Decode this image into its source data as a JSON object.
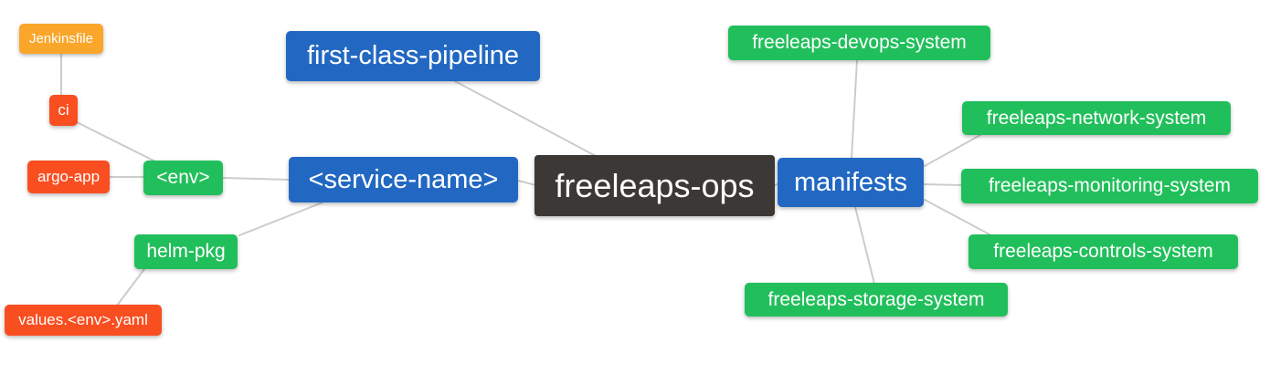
{
  "diagram": {
    "type": "mindmap",
    "nodes": {
      "freeleaps_ops": {
        "label": "freeleaps-ops",
        "role": "root"
      },
      "first_class_pipeline": {
        "label": "first-class-pipeline",
        "role": "branch"
      },
      "service_name": {
        "label": "<service-name>",
        "role": "branch"
      },
      "manifests": {
        "label": "manifests",
        "role": "branch"
      },
      "env": {
        "label": "<env>",
        "role": "leaf"
      },
      "helm_pkg": {
        "label": "helm-pkg",
        "role": "leaf"
      },
      "ci": {
        "label": "ci",
        "role": "leaf"
      },
      "argo_app": {
        "label": "argo-app",
        "role": "leaf"
      },
      "jenkinsfile": {
        "label": "Jenkinsfile",
        "role": "leaf"
      },
      "values_yaml": {
        "label": "values.<env>.yaml",
        "role": "leaf"
      },
      "devops_system": {
        "label": "freeleaps-devops-system",
        "role": "leaf"
      },
      "network_system": {
        "label": "freeleaps-network-system",
        "role": "leaf"
      },
      "monitoring_system": {
        "label": "freeleaps-monitoring-system",
        "role": "leaf"
      },
      "controls_system": {
        "label": "freeleaps-controls-system",
        "role": "leaf"
      },
      "storage_system": {
        "label": "freeleaps-storage-system",
        "role": "leaf"
      }
    },
    "edges": [
      {
        "from": "jenkinsfile",
        "to": "ci"
      },
      {
        "from": "ci",
        "to": "env"
      },
      {
        "from": "argo_app",
        "to": "env"
      },
      {
        "from": "env",
        "to": "service_name"
      },
      {
        "from": "helm_pkg",
        "to": "service_name"
      },
      {
        "from": "values_yaml",
        "to": "helm_pkg"
      },
      {
        "from": "first_class_pipeline",
        "to": "freeleaps_ops"
      },
      {
        "from": "service_name",
        "to": "freeleaps_ops"
      },
      {
        "from": "freeleaps_ops",
        "to": "manifests"
      },
      {
        "from": "manifests",
        "to": "devops_system"
      },
      {
        "from": "manifests",
        "to": "network_system"
      },
      {
        "from": "manifests",
        "to": "monitoring_system"
      },
      {
        "from": "manifests",
        "to": "controls_system"
      },
      {
        "from": "manifests",
        "to": "storage_system"
      }
    ]
  },
  "palette": {
    "root_bg": "#3B3835",
    "branch_blue": "#2268C2",
    "leaf_green": "#21BF5B",
    "leaf_red": "#F94E20",
    "leaf_orange": "#F9A62B",
    "edge": "#CCCCCC",
    "text": "#FFFFFF"
  }
}
